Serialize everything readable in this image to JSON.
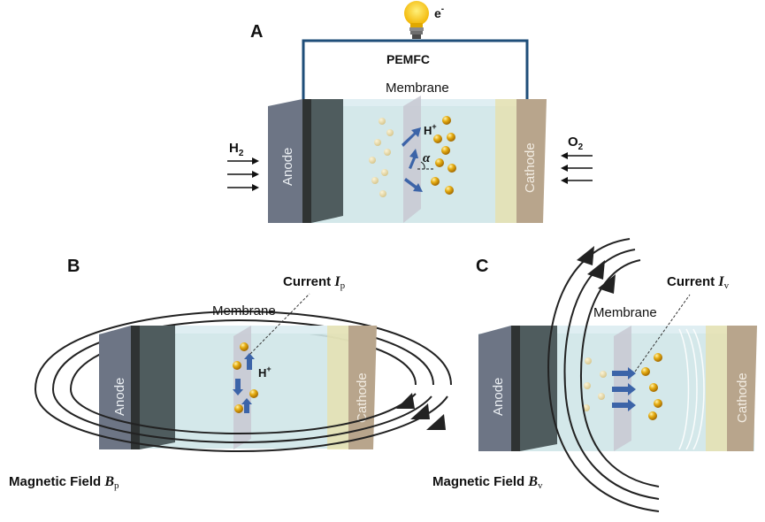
{
  "panels": {
    "a": {
      "letter": "A",
      "title": "PEMFC",
      "electron": "e",
      "electron_sup": "-",
      "membrane": "Membrane",
      "anode": "Anode",
      "cathode": "Cathode",
      "h2": "H",
      "h2_sub": "2",
      "o2": "O",
      "o2_sub": "2",
      "proton": "H",
      "proton_sup": "+",
      "angle": "α"
    },
    "b": {
      "letter": "B",
      "membrane": "Membrane",
      "anode": "Anode",
      "cathode": "Cathode",
      "proton": "H",
      "proton_sup": "+",
      "current_label": "Current ",
      "current_sym": "I",
      "current_sub": "p",
      "field_label": "Magnetic Field ",
      "field_sym": "B",
      "field_sub": "p"
    },
    "c": {
      "letter": "C",
      "membrane": "Membrane",
      "anode": "Anode",
      "cathode": "Cathode",
      "current_label": "Current ",
      "current_sym": "I",
      "current_sub": "v",
      "field_label": "Magnetic Field ",
      "field_sym": "B",
      "field_sub": "v"
    }
  },
  "colors": {
    "circuit": "#1f4e79",
    "anode": "#6d7585",
    "cathode": "#b8a58c",
    "electrolyte": "#cfe5e8",
    "particle": "#e0a800",
    "arrow": "#3c64a8",
    "field": "#222222"
  }
}
